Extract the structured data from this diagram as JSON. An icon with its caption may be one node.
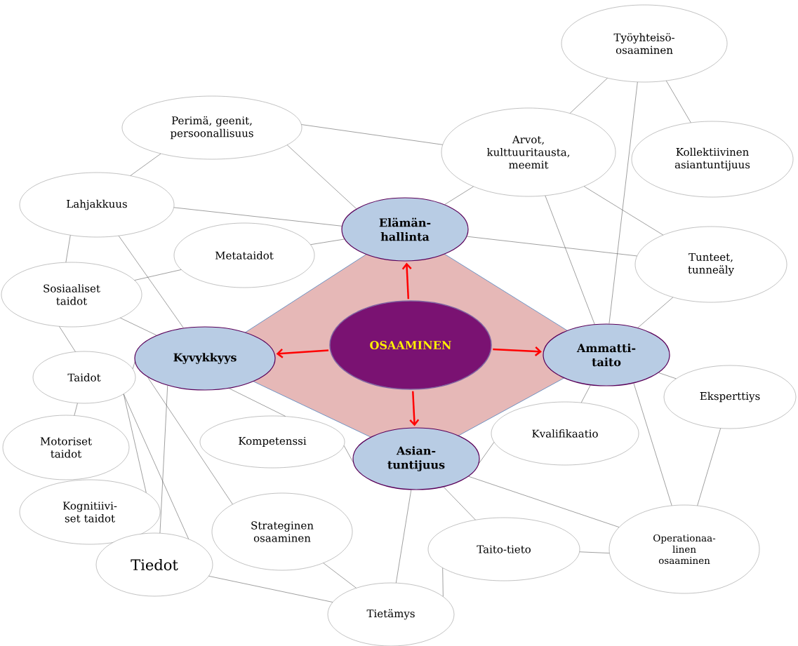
{
  "diagram": {
    "nodes": [
      {
        "text": [
          "Työyhteisö- osaaminen"
        ]
      },
      {
        "text": [
          "Perimä, geenit, persoonallisuus"
        ]
      },
      {
        "text": [
          "Arvot, kulttuuritausta, meemit"
        ]
      },
      {
        "text": [
          "Kollektiivinen asiantuntijuus"
        ]
      },
      {
        "text": [
          "Lahjakkuus"
        ]
      },
      {
        "text": [
          "Elämän- hallinta"
        ]
      },
      {
        "text": [
          "Metataidot"
        ]
      },
      {
        "text": [
          "Tunteet, tunneäly"
        ]
      },
      {
        "text": [
          "Sosiaaliset taidot"
        ]
      },
      {
        "text": [
          "OSAAMINEN"
        ]
      },
      {
        "text": [
          "Kyvykkyys"
        ]
      },
      {
        "text": [
          "Ammatti- taito"
        ]
      },
      {
        "text": [
          "Taidot"
        ]
      },
      {
        "text": [
          "Eksperttiys"
        ]
      },
      {
        "text": [
          "Kompetenssi"
        ]
      },
      {
        "text": [
          "Kvalifikaatio"
        ]
      },
      {
        "text": [
          "Asian- tuntijuus"
        ]
      },
      {
        "text": [
          "Motoriset taidot"
        ]
      },
      {
        "text": [
          "Kognitiivi- set taidot"
        ]
      },
      {
        "text": [
          "Strateginen osaaminen"
        ]
      },
      {
        "text": [
          "Taito-tieto"
        ]
      },
      {
        "text": [
          "Operationaa- linen osaaminen"
        ]
      },
      {
        "text": [
          "Tiedot"
        ]
      },
      {
        "text": [
          "Tietämys"
        ]
      }
    ],
    "edges": [
      {
        "from": 1,
        "to": 4,
        "arrow": "none"
      },
      {
        "from": 1,
        "to": 5,
        "arrow": "none"
      },
      {
        "from": 1,
        "to": 2,
        "arrow": "none"
      },
      {
        "from": 0,
        "to": 2,
        "arrow": "none"
      },
      {
        "from": 0,
        "to": 3,
        "arrow": "none"
      },
      {
        "from": 0,
        "to": 11,
        "arrow": "none"
      },
      {
        "from": 2,
        "to": 5,
        "arrow": "none"
      },
      {
        "from": 2,
        "to": 11,
        "arrow": "none"
      },
      {
        "from": 2,
        "to": 7,
        "arrow": "none"
      },
      {
        "from": 5,
        "to": 7,
        "arrow": "none"
      },
      {
        "from": 7,
        "to": 11,
        "arrow": "none"
      },
      {
        "from": 4,
        "to": 5,
        "arrow": "none"
      },
      {
        "from": 4,
        "to": 8,
        "arrow": "none"
      },
      {
        "from": 4,
        "to": 10,
        "arrow": "none"
      },
      {
        "from": 6,
        "to": 5,
        "arrow": "none"
      },
      {
        "from": 8,
        "to": 6,
        "arrow": "none"
      },
      {
        "from": 8,
        "to": 10,
        "arrow": "none"
      },
      {
        "from": 8,
        "to": 12,
        "arrow": "none"
      },
      {
        "from": 12,
        "to": 10,
        "arrow": "none"
      },
      {
        "from": 12,
        "to": 17,
        "arrow": "none"
      },
      {
        "from": 12,
        "to": 18,
        "arrow": "none"
      },
      {
        "from": 12,
        "to": 22,
        "arrow": "none"
      },
      {
        "from": 10,
        "to": 22,
        "arrow": "none"
      },
      {
        "from": 10,
        "to": 19,
        "arrow": "none"
      },
      {
        "from": 10,
        "to": 14,
        "arrow": "none"
      },
      {
        "from": 14,
        "to": 16,
        "arrow": "none"
      },
      {
        "from": 15,
        "to": 16,
        "arrow": "none"
      },
      {
        "from": 15,
        "to": 11,
        "arrow": "none"
      },
      {
        "from": 11,
        "to": 13,
        "arrow": "none"
      },
      {
        "from": 11,
        "to": 21,
        "arrow": "none"
      },
      {
        "from": 13,
        "to": 21,
        "arrow": "none"
      },
      {
        "from": 16,
        "to": 21,
        "arrow": "none"
      },
      {
        "from": 16,
        "to": 20,
        "arrow": "none"
      },
      {
        "from": 16,
        "to": 23,
        "arrow": "none"
      },
      {
        "from": 20,
        "to": 21,
        "arrow": "none"
      },
      {
        "from": 20,
        "to": 23,
        "arrow": "none"
      },
      {
        "from": 19,
        "to": 23,
        "arrow": "none"
      },
      {
        "from": 22,
        "to": 23,
        "arrow": "none"
      },
      {
        "from": 9,
        "to": 5,
        "arrow": "to",
        "style": "thick",
        "color": "#ff0000"
      },
      {
        "from": 9,
        "to": 10,
        "arrow": "to",
        "style": "thick",
        "color": "#ff0000"
      },
      {
        "from": 9,
        "to": 11,
        "arrow": "to",
        "style": "thick",
        "color": "#ff0000"
      },
      {
        "from": 9,
        "to": 16,
        "arrow": "to",
        "style": "thick",
        "color": "#ff0000"
      }
    ]
  }
}
